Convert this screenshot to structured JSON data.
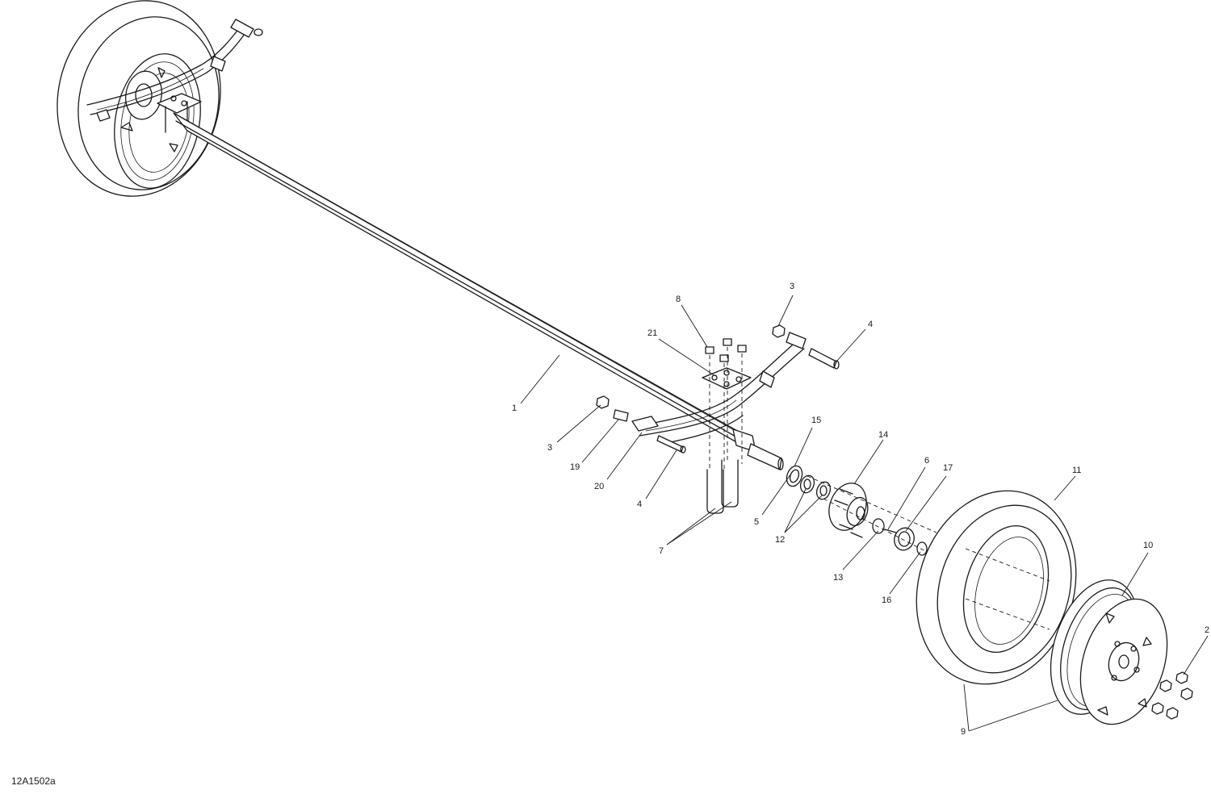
{
  "diagram": {
    "reference_code": "12A1502a",
    "callouts": [
      {
        "id": "c1",
        "text": "1"
      },
      {
        "id": "c2",
        "text": "2"
      },
      {
        "id": "c3a",
        "text": "3"
      },
      {
        "id": "c3b",
        "text": "3"
      },
      {
        "id": "c4a",
        "text": "4"
      },
      {
        "id": "c4b",
        "text": "4"
      },
      {
        "id": "c5",
        "text": "5"
      },
      {
        "id": "c6",
        "text": "6"
      },
      {
        "id": "c7",
        "text": "7"
      },
      {
        "id": "c8",
        "text": "8"
      },
      {
        "id": "c9",
        "text": "9"
      },
      {
        "id": "c10",
        "text": "10"
      },
      {
        "id": "c11",
        "text": "11"
      },
      {
        "id": "c12",
        "text": "12"
      },
      {
        "id": "c13",
        "text": "13"
      },
      {
        "id": "c14",
        "text": "14"
      },
      {
        "id": "c15",
        "text": "15"
      },
      {
        "id": "c16",
        "text": "16"
      },
      {
        "id": "c17",
        "text": "17"
      },
      {
        "id": "c19",
        "text": "19"
      },
      {
        "id": "c20",
        "text": "20"
      },
      {
        "id": "c21",
        "text": "21"
      }
    ]
  }
}
